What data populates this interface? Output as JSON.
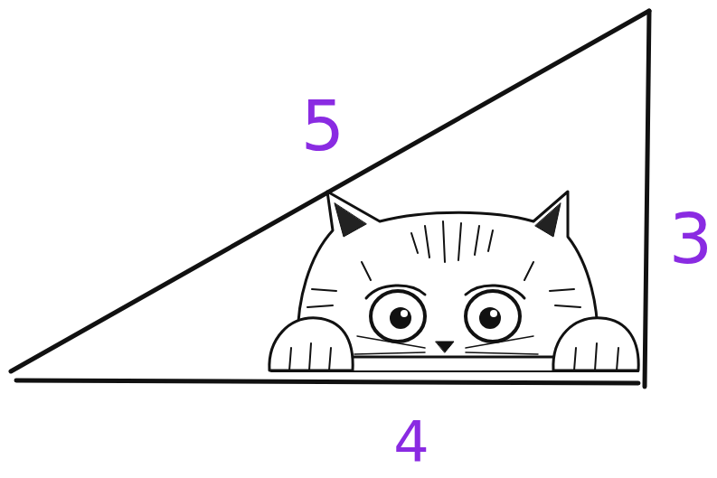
{
  "diagram": {
    "labels": [
      "5",
      "4",
      "3"
    ]
  }
}
